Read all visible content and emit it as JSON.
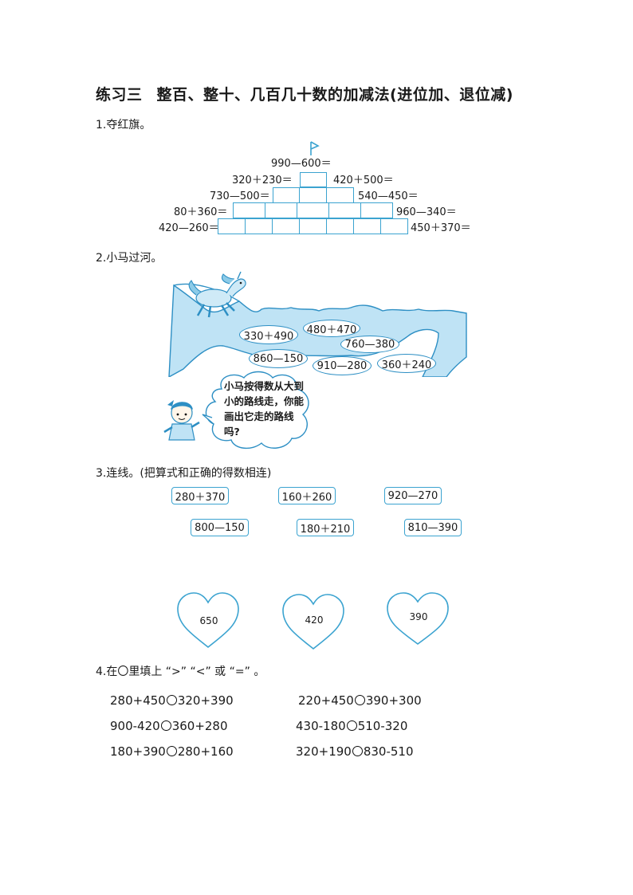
{
  "title": {
    "main": "练习三",
    "sub": "整百、整十、几百几十数的加减法(进位加、退位减)"
  },
  "q1": {
    "label": "1.夺红旗。",
    "rows": [
      {
        "left": "990—600＝"
      },
      {
        "left": "320＋230＝",
        "right": "420＋500＝"
      },
      {
        "left": "730—500＝",
        "right": "540—450＝"
      },
      {
        "left": "80＋360＝",
        "right": "960—340＝"
      },
      {
        "left": "420—260＝",
        "right": "450＋370＝"
      }
    ]
  },
  "q2": {
    "label": "2.小马过河。",
    "stones": [
      "330＋490",
      "480＋470",
      "760—380",
      "860—150",
      "910—280",
      "360＋240"
    ],
    "bubble": "小马按得数从大到小的路线走，你能画出它走的路线吗?"
  },
  "q3": {
    "label": "3.连线。(把算式和正确的得数相连)",
    "top_row": [
      "280＋370",
      "160＋260",
      "920—270"
    ],
    "bottom_row": [
      "800—150",
      "180＋210",
      "810—390"
    ],
    "hearts": [
      "650",
      "420",
      "390"
    ]
  },
  "q4": {
    "label": "4.在〇里填上 “>” “<” 或 “=” 。",
    "pairs": [
      {
        "a": "280+450",
        "b": "320+390"
      },
      {
        "a": "220+450",
        "b": "390+300"
      },
      {
        "a": "900-420",
        "b": "360+280"
      },
      {
        "a": "430-180",
        "b": "510-320"
      },
      {
        "a": "180+390",
        "b": "280+160"
      },
      {
        "a": "320+190",
        "b": "830-510"
      }
    ]
  },
  "colors": {
    "accent": "#3ba3d0",
    "river": "#bfe3f5"
  }
}
